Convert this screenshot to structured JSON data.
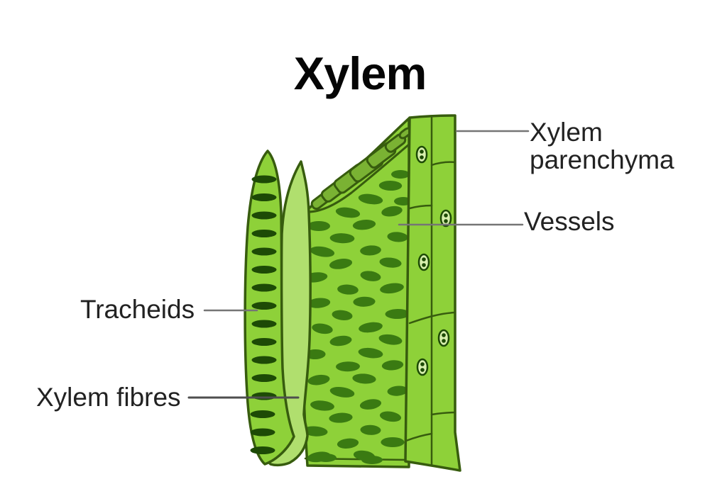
{
  "title": "Xylem",
  "labels": {
    "parenchyma": "Xylem parenchyma",
    "vessels": "Vessels",
    "tracheids": "Tracheids",
    "fibres": "Xylem fibres"
  },
  "palette": {
    "bg": "#ffffff",
    "green_main": "#8ed139",
    "green_light": "#b0df6e",
    "green_slab": "#7ab233",
    "outline": "#375c0e",
    "pit_dark": "#1d4a06",
    "pit_mid": "#3a7a12",
    "theta_fill": "#d8f0ae",
    "leader_gray": "#757575",
    "leader_dark": "#4e4e4e",
    "label_text": "#222222",
    "title_text": "#050505"
  }
}
